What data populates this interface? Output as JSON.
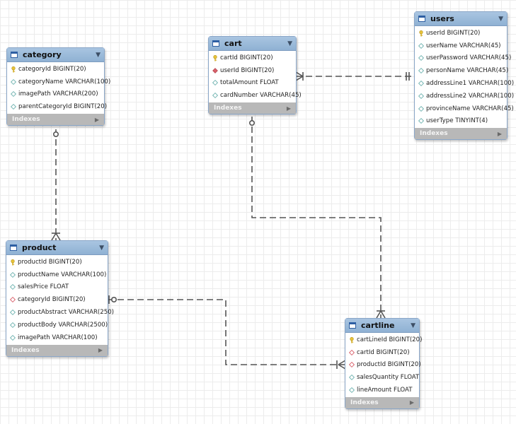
{
  "tables": {
    "category": {
      "name": "category",
      "columns": [
        {
          "text": "categoryId BIGINT(20)",
          "icon": "primary-key-icon"
        },
        {
          "text": "categoryName VARCHAR(100)",
          "icon": "column-icon"
        },
        {
          "text": "imagePath VARCHAR(200)",
          "icon": "column-icon"
        },
        {
          "text": "parentCategoryId BIGINT(20)",
          "icon": "column-icon"
        }
      ],
      "indexes_label": "Indexes"
    },
    "cart": {
      "name": "cart",
      "columns": [
        {
          "text": "cartId BIGINT(20)",
          "icon": "primary-key-icon"
        },
        {
          "text": "userId BIGINT(20)",
          "icon": "foreign-key-icon"
        },
        {
          "text": "totalAmount FLOAT",
          "icon": "column-icon"
        },
        {
          "text": "cardNumber VARCHAR(45)",
          "icon": "column-icon"
        }
      ],
      "indexes_label": "Indexes"
    },
    "users": {
      "name": "users",
      "columns": [
        {
          "text": "userId BIGINT(20)",
          "icon": "primary-key-icon"
        },
        {
          "text": "userName VARCHAR(45)",
          "icon": "column-icon"
        },
        {
          "text": "userPassword VARCHAR(45)",
          "icon": "column-icon"
        },
        {
          "text": "personName VARCHAR(45)",
          "icon": "column-icon"
        },
        {
          "text": "addressLine1 VARCHAR(100)",
          "icon": "column-icon"
        },
        {
          "text": "addressLine2 VARCHAR(100)",
          "icon": "column-icon"
        },
        {
          "text": "provinceName VARCHAR(45)",
          "icon": "column-icon"
        },
        {
          "text": "userType TINYINT(4)",
          "icon": "column-icon"
        }
      ],
      "indexes_label": "Indexes"
    },
    "product": {
      "name": "product",
      "columns": [
        {
          "text": "productId BIGINT(20)",
          "icon": "primary-key-icon"
        },
        {
          "text": "productName VARCHAR(100)",
          "icon": "column-icon"
        },
        {
          "text": "salesPrice FLOAT",
          "icon": "column-icon"
        },
        {
          "text": "categoryId BIGINT(20)",
          "icon": "foreign-key-outline-icon"
        },
        {
          "text": "productAbstract VARCHAR(250)",
          "icon": "column-icon"
        },
        {
          "text": "productBody VARCHAR(2500)",
          "icon": "column-icon"
        },
        {
          "text": "imagePath VARCHAR(100)",
          "icon": "column-icon"
        }
      ],
      "indexes_label": "Indexes"
    },
    "cartline": {
      "name": "cartline",
      "columns": [
        {
          "text": "cartLineId BIGINT(20)",
          "icon": "primary-key-icon"
        },
        {
          "text": "cartId BIGINT(20)",
          "icon": "foreign-key-outline-icon"
        },
        {
          "text": "productId BIGINT(20)",
          "icon": "foreign-key-outline-icon"
        },
        {
          "text": "salesQuantity FLOAT",
          "icon": "column-icon"
        },
        {
          "text": "lineAmount FLOAT",
          "icon": "column-icon"
        }
      ],
      "indexes_label": "Indexes"
    }
  },
  "relationships": [
    {
      "name": "category-product",
      "from": "category",
      "to": "product"
    },
    {
      "name": "users-cart",
      "from": "users",
      "to": "cart"
    },
    {
      "name": "cart-cartline",
      "from": "cart",
      "to": "cartline"
    },
    {
      "name": "product-cartline",
      "from": "product",
      "to": "cartline"
    }
  ],
  "colors": {
    "header": "#9dbcdc",
    "indexes_bar": "#b8b8b8",
    "primary_key": "#e8c43a",
    "foreign_key": "#d9606a",
    "column": "#6fb3b0",
    "relationship_line": "#555555"
  }
}
